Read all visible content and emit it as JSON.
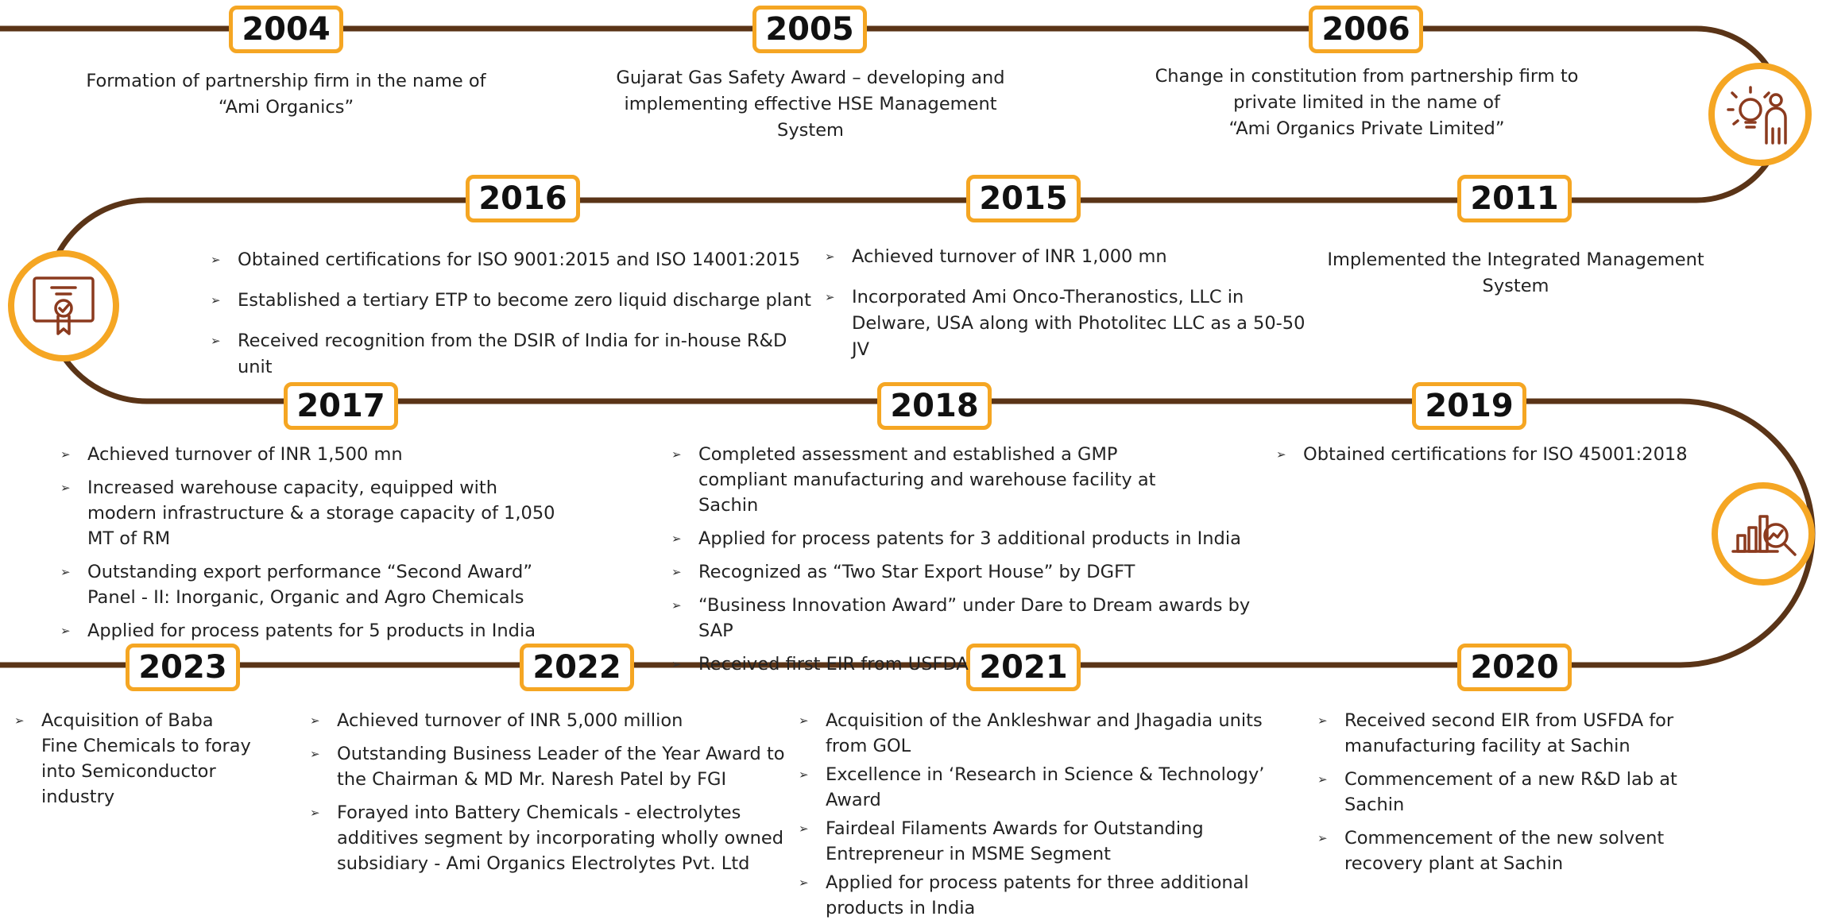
{
  "colors": {
    "path": "#5A3417",
    "accent": "#F5A623",
    "icon": "#8B3A1E"
  },
  "icons": {
    "idea": "idea-person-icon",
    "certificate": "certificate-icon",
    "growth": "growth-chart-icon"
  },
  "y2004": {
    "year": "2004",
    "text": [
      "Formation of partnership firm in the name of",
      "“Ami Organics”"
    ]
  },
  "y2005": {
    "year": "2005",
    "text": [
      "Gujarat Gas Safety Award – developing and",
      "implementing effective HSE Management",
      "System"
    ]
  },
  "y2006": {
    "year": "2006",
    "text": [
      "Change in constitution from partnership firm to",
      "private limited in the name of",
      "“Ami Organics Private Limited”"
    ]
  },
  "y2016": {
    "year": "2016",
    "items": [
      "Obtained certifications for ISO 9001:2015 and ISO 14001:2015",
      "Established a tertiary ETP to become zero liquid discharge plant",
      "Received recognition from the DSIR of India for in-house R&D unit"
    ]
  },
  "y2015": {
    "year": "2015",
    "items": [
      "Achieved turnover of INR 1,000 mn",
      "Incorporated Ami Onco-Theranostics, LLC in Delware, USA along with Photolitec LLC as a 50-50 JV"
    ]
  },
  "y2011": {
    "year": "2011",
    "text": [
      "Implemented the Integrated Management",
      "System"
    ]
  },
  "y2017": {
    "year": "2017",
    "items": [
      "Achieved turnover of INR 1,500 mn",
      "Increased warehouse capacity, equipped with modern infrastructure & a storage capacity of 1,050 MT of RM",
      "Outstanding export performance “Second Award” Panel - II: Inorganic, Organic and Agro Chemicals",
      "Applied for process patents for 5 products in India"
    ]
  },
  "y2018": {
    "year": "2018",
    "items": [
      "Completed assessment and established a GMP compliant manufacturing and warehouse facility at Sachin",
      "Applied for process patents for 3 additional products in India",
      "Recognized as “Two Star Export House” by DGFT",
      "“Business Innovation Award” under Dare to Dream awards by SAP",
      "Received first EIR from USFDA"
    ]
  },
  "y2019": {
    "year": "2019",
    "items": [
      "Obtained certifications for ISO 45001:2018"
    ]
  },
  "y2023": {
    "year": "2023",
    "items": [
      "Acquisition of Baba Fine Chemicals to foray into Semiconductor industry"
    ]
  },
  "y2022": {
    "year": "2022",
    "items": [
      "Achieved turnover of INR 5,000 million",
      "Outstanding Business Leader of the Year Award to the Chairman & MD Mr. Naresh Patel by FGI",
      "Forayed into Battery Chemicals - electrolytes additives segment by incorporating wholly owned subsidiary - Ami Organics Electrolytes Pvt. Ltd"
    ]
  },
  "y2021": {
    "year": "2021",
    "items": [
      "Acquisition of the Ankleshwar and Jhagadia units from GOL",
      "Excellence in ‘Research in Science & Technology’ Award",
      "Fairdeal Filaments Awards for Outstanding Entrepreneur in MSME Segment",
      "Applied for process patents for three additional products in India"
    ]
  },
  "y2020": {
    "year": "2020",
    "items": [
      "Received second EIR from USFDA for manufacturing facility at Sachin",
      "Commencement of a new R&D lab at Sachin",
      "Commencement of the new solvent recovery plant at Sachin"
    ]
  }
}
